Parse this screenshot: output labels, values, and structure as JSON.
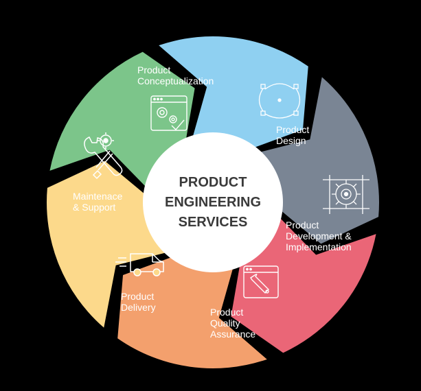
{
  "center": {
    "title": "PRODUCT\nENGINEERING\nSERVICES"
  },
  "segments": [
    {
      "id": "conceptualization",
      "label": "Product\nConceptualization",
      "color": "#8fd0f1",
      "icon": "gears-window-icon"
    },
    {
      "id": "design",
      "label": "Product\nDesign",
      "color": "#7a8594",
      "icon": "vector-path-icon"
    },
    {
      "id": "development",
      "label": "Product\nDevelopment &\nImplementation",
      "color": "#ea6677",
      "icon": "gear-blueprint-icon"
    },
    {
      "id": "quality",
      "label": "Product\nQuality\nAssurance",
      "color": "#f3a06d",
      "icon": "wrench-window-icon"
    },
    {
      "id": "delivery",
      "label": "Product\nDelivery",
      "color": "#fcd98b",
      "icon": "delivery-van-icon"
    },
    {
      "id": "maintenance",
      "label": "Maintenace\n& Support",
      "color": "#7cc58a",
      "icon": "tools-icon"
    }
  ]
}
